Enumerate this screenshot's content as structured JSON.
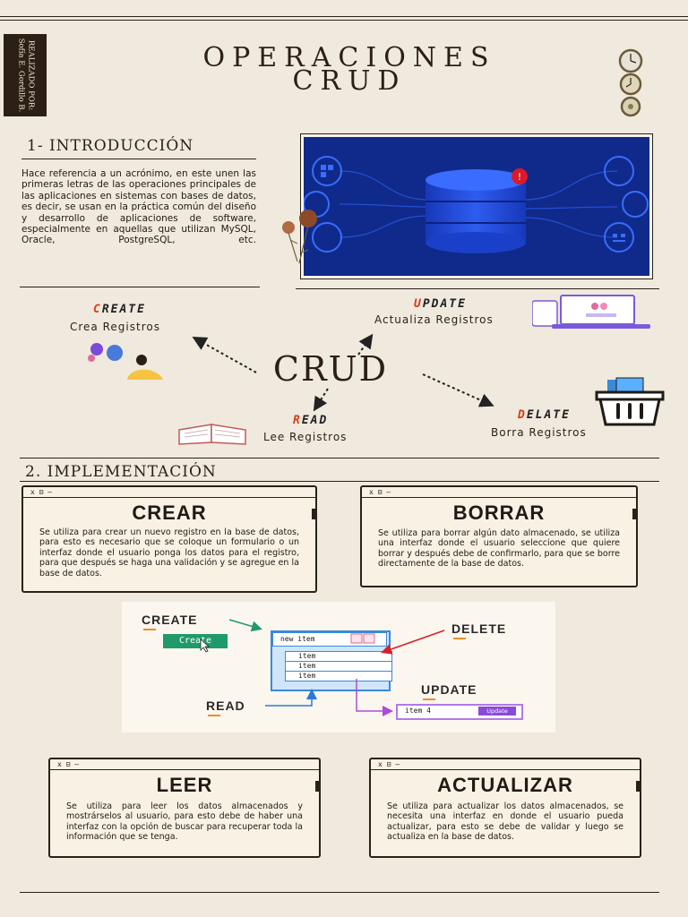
{
  "credit": {
    "line1": "REALIZADO POR:",
    "line2": "Sofía E. Gordillo B."
  },
  "title": {
    "line1": "OPERACIONES",
    "line2": "CRUD"
  },
  "intro": {
    "heading": "1- INTRODUCCIÓN",
    "body": "Hace referencia a un acrónimo, en este unen las primeras letras de las operaciones principales de las aplicaciones en sistemas con bases de datos, es decir, se usan en la práctica común del diseño y desarrollo de aplicaciones de software, especialmente en aquellas que utilizan MySQL, Oracle, PostgreSQL, etc."
  },
  "crud": {
    "center": "CRUD",
    "create": {
      "first": "C",
      "rest": "REATE",
      "desc": "Crea Registros"
    },
    "update": {
      "first": "U",
      "rest": "PDATE",
      "desc": "Actualiza Registros"
    },
    "read": {
      "first": "R",
      "rest": "EAD",
      "desc": "Lee Registros"
    },
    "delete": {
      "first": "D",
      "rest": "ELATE",
      "desc": "Borra Registros"
    }
  },
  "implementation": {
    "heading": "2. IMPLEMENTACIÓN",
    "window_bar": "x ⊟ —",
    "cards": {
      "crear": {
        "title": "CREAR",
        "body": "Se utiliza para crear un nuevo registro en la base de datos, para esto es necesario que se coloque un formulario o un interfaz donde el usuario ponga los datos para el registro, para que después se haga una validación y se agregue en la base de datos."
      },
      "borrar": {
        "title": "BORRAR",
        "body": "Se utiliza para borrar algún dato almacenado, se utiliza una interfaz donde el usuario seleccione que quiere borrar y después debe de confirmarlo, para que se borre directamente de la base de datos."
      },
      "leer": {
        "title": "LEER",
        "body": "Se utiliza para leer los datos almacenados y mostrárselos al usuario, para esto debe de haber una interfaz con la opción de buscar para recuperar toda la información que se tenga."
      },
      "actualizar": {
        "title": "ACTUALIZAR",
        "body": "Se utiliza para actualizar los datos almacenados, se necesita una interfaz en donde el usuario pueda actualizar, para esto se debe de validar y luego se actualiza en la base de datos."
      }
    }
  },
  "diagram": {
    "create_label": "CREATE",
    "create_button": "Create",
    "delete_label": "DELETE",
    "read_label": "READ",
    "update_label": "UPDATE",
    "new_item": "new item",
    "items": [
      "item",
      "item",
      "item"
    ],
    "update_value": "item 4",
    "update_button": "Update"
  },
  "colors": {
    "ink": "#2c1f15",
    "paper": "#f0e9dd",
    "accent_red": "#d93a1a",
    "db_blue": "#0f2a8a"
  }
}
